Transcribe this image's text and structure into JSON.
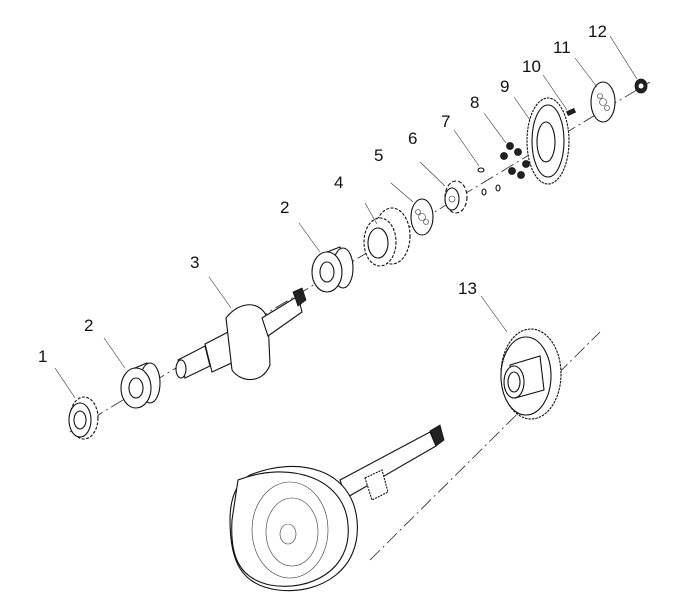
{
  "diagram": {
    "title": "Exploded view - shaft and gear assembly",
    "callouts": [
      {
        "id": "1",
        "label": "1",
        "part": "small-gear"
      },
      {
        "id": "2a",
        "label": "2",
        "part": "bearing-left"
      },
      {
        "id": "3",
        "label": "3",
        "part": "crank-shaft"
      },
      {
        "id": "2b",
        "label": "2",
        "part": "bearing-right"
      },
      {
        "id": "4",
        "label": "4",
        "part": "spur-gear"
      },
      {
        "id": "5",
        "label": "5",
        "part": "plate-washer"
      },
      {
        "id": "6",
        "label": "6",
        "part": "clutch-hub"
      },
      {
        "id": "7",
        "label": "7",
        "part": "pin"
      },
      {
        "id": "8",
        "label": "8",
        "part": "rollers"
      },
      {
        "id": "9",
        "label": "9",
        "part": "large-gear"
      },
      {
        "id": "10",
        "label": "10",
        "part": "key"
      },
      {
        "id": "11",
        "label": "11",
        "part": "retainer-plate"
      },
      {
        "id": "12",
        "label": "12",
        "part": "nut"
      },
      {
        "id": "13",
        "label": "13",
        "part": "driven-gear"
      }
    ]
  }
}
